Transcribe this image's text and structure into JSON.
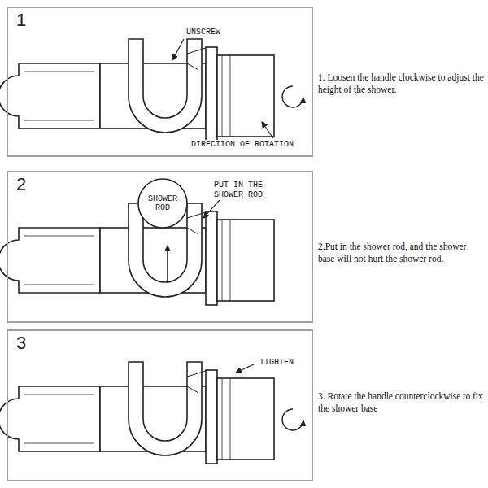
{
  "diagram": {
    "nodes": [
      {
        "text": [
          "1"
        ]
      },
      {
        "text": [
          "2"
        ]
      },
      {
        "text": [
          "SHOWER ROD"
        ],
        "in": 1
      },
      {
        "text": [
          "3"
        ]
      }
    ],
    "labels": [
      "UNSCREW",
      "DIRECTION OF ROTATION",
      "1. Loosen the handle clockwise to adjust the height of the shower.",
      "PUT IN THE SHOWER ROD",
      "2.Put in the shower rod, and the shower base will not hurt the shower rod.",
      "TIGHTEN",
      "3. Rotate the handle counterclockwise to fix the shower base"
    ]
  }
}
